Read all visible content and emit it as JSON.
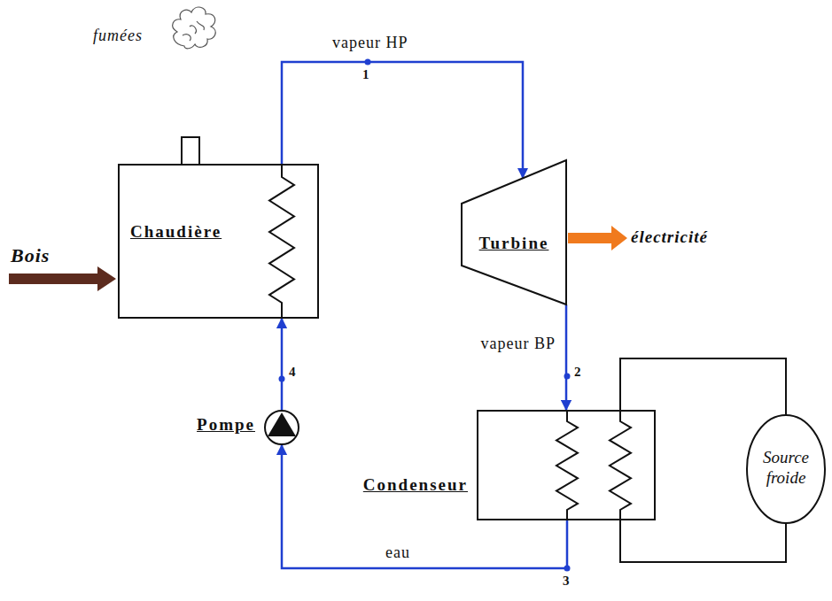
{
  "diagram": {
    "nodes": [
      {
        "text": [
          "Chaudière"
        ]
      },
      {
        "text": [
          "Turbine"
        ]
      },
      {
        "text": [
          "Pompe"
        ]
      },
      {
        "text": [
          "Condenseur"
        ]
      },
      {
        "text": [
          "Source froide"
        ]
      }
    ],
    "edges": [
      {
        "from": 0,
        "to": 1,
        "arrow": "to",
        "label": "vapeur HP"
      },
      {
        "from": 1,
        "to": 3,
        "arrow": "to",
        "label": "vapeur BP"
      },
      {
        "from": 3,
        "to": 2,
        "arrow": "to",
        "label": "eau"
      },
      {
        "from": 2,
        "to": 0,
        "arrow": "to"
      },
      {
        "from": 3,
        "to": 4,
        "arrow": "none"
      },
      {
        "from": 3,
        "to": 4,
        "arrow": "none"
      }
    ],
    "labels": [
      "fumées",
      "Bois",
      "électricité",
      "1",
      "2",
      "3",
      "4"
    ]
  }
}
